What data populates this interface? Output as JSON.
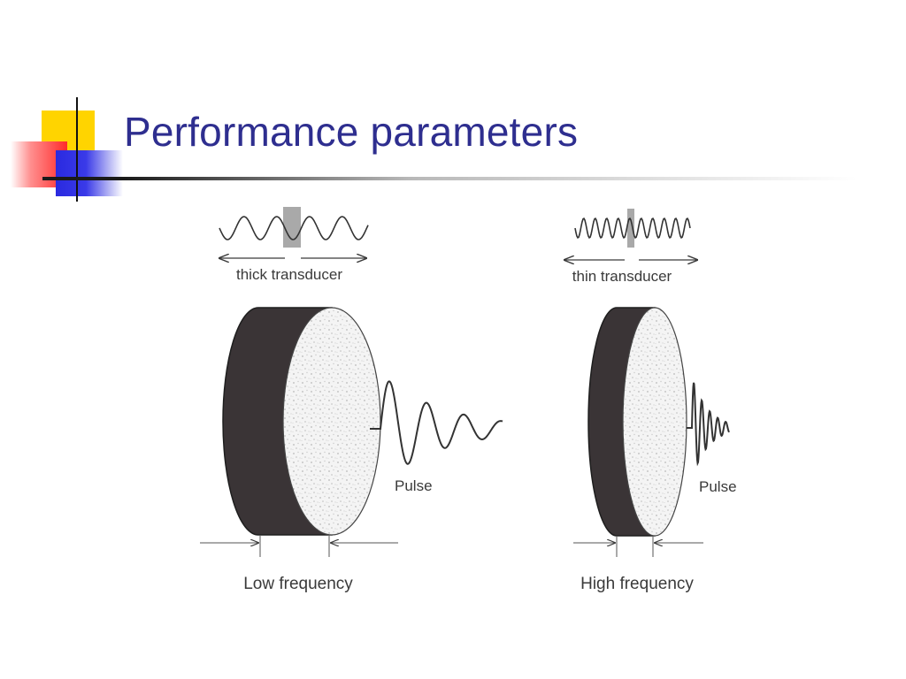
{
  "slide": {
    "title": "Performance parameters"
  },
  "diagram": {
    "left": {
      "wave_caption": "thick transducer",
      "pulse_label": "Pulse",
      "frequency_label": "Low frequency"
    },
    "right": {
      "wave_caption": "thin transducer",
      "pulse_label": "Pulse",
      "frequency_label": "High frequency"
    }
  },
  "colors": {
    "title": "#2e2e8f",
    "disc_side": "#3a3436",
    "disc_face": "#f2f2f2",
    "ink": "#3a3a3a"
  }
}
